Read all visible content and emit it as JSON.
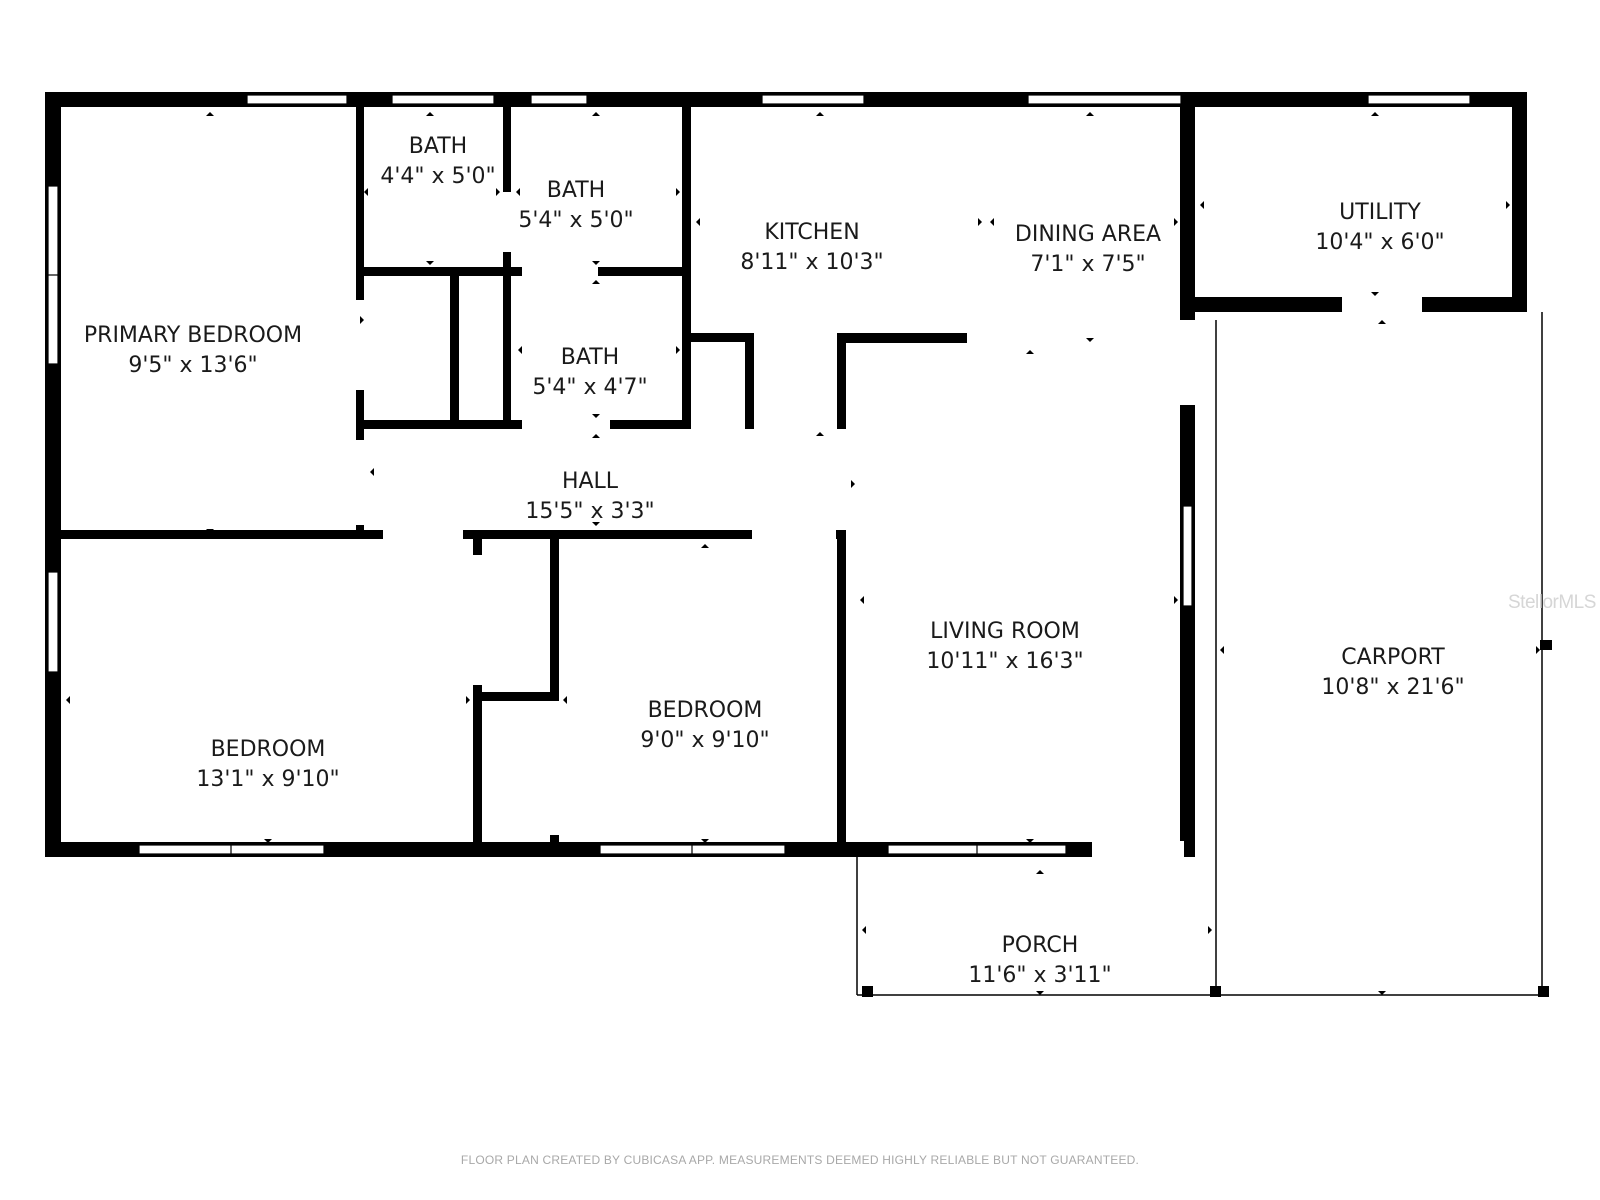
{
  "rooms": [
    {
      "id": "primary-bedroom",
      "name": "PRIMARY BEDROOM",
      "dims": "9'5\" x 13'6\""
    },
    {
      "id": "bath-1",
      "name": "BATH",
      "dims": "4'4\" x 5'0\""
    },
    {
      "id": "bath-2",
      "name": "BATH",
      "dims": "5'4\" x 5'0\""
    },
    {
      "id": "bath-3",
      "name": "BATH",
      "dims": "5'4\" x 4'7\""
    },
    {
      "id": "kitchen",
      "name": "KITCHEN",
      "dims": "8'11\" x 10'3\""
    },
    {
      "id": "dining-area",
      "name": "DINING AREA",
      "dims": "7'1\" x 7'5\""
    },
    {
      "id": "utility",
      "name": "UTILITY",
      "dims": "10'4\" x 6'0\""
    },
    {
      "id": "hall",
      "name": "HALL",
      "dims": "15'5\" x 3'3\""
    },
    {
      "id": "living-room",
      "name": "LIVING ROOM",
      "dims": "10'11\" x 16'3\""
    },
    {
      "id": "carport",
      "name": "CARPORT",
      "dims": "10'8\" x 21'6\""
    },
    {
      "id": "bedroom-1",
      "name": "BEDROOM",
      "dims": "13'1\" x 9'10\""
    },
    {
      "id": "bedroom-2",
      "name": "BEDROOM",
      "dims": "9'0\" x 9'10\""
    },
    {
      "id": "porch",
      "name": "PORCH",
      "dims": "11'6\" x 3'11\""
    }
  ],
  "watermark": "StellorMLS",
  "footer": "FLOOR PLAN CREATED BY CUBICASA APP. MEASUREMENTS DEEMED HIGHLY RELIABLE BUT NOT GUARANTEED.",
  "colors": {
    "wall": "#000000",
    "window": "#ffffff",
    "background": "#ffffff",
    "text": "#1a1a1a"
  }
}
